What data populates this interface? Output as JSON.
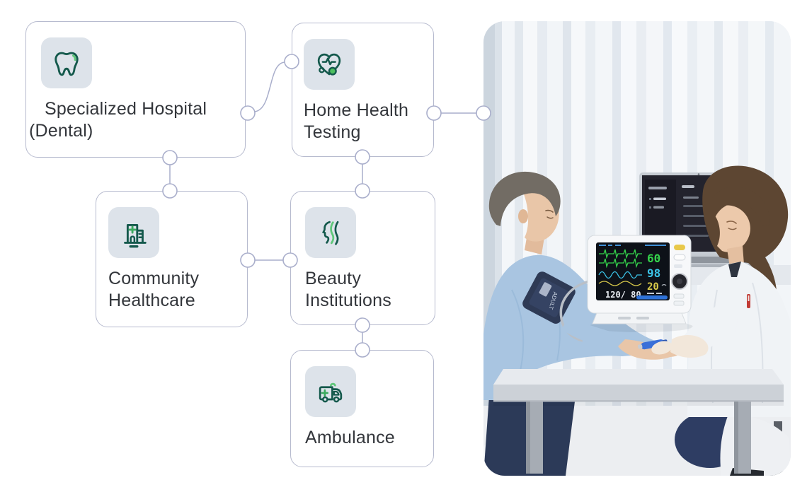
{
  "page": {
    "background": "#ffffff"
  },
  "diagram": {
    "style": {
      "card_border": "#b6bace",
      "connector_color": "#a9aecb",
      "icon_tile_bg": "#dde3ea",
      "icon_dark_green": "#14594c",
      "icon_mid_green": "#3cab5f",
      "icon_light_green": "#5ec779",
      "label_color": "#33363b"
    },
    "cards": [
      {
        "label": "Specialized Hospital (Dental)",
        "icon": "tooth-icon"
      },
      {
        "label": "Home Health Testing",
        "icon": "stethoscope-heart-icon"
      },
      {
        "label": "Community Healthcare",
        "icon": "hospital-building-icon"
      },
      {
        "label": "Beauty Institutions",
        "icon": "face-profile-icon"
      },
      {
        "label": "Ambulance",
        "icon": "ambulance-icon"
      }
    ]
  },
  "photo": {
    "description": "Clinician in white coat performs fingertip blood test on seated male patient wearing blood-pressure cuff; patient monitor on table, laptop dashboard and white curtains behind",
    "cuff_label": "ADULT",
    "monitor_readings": {
      "heart_rate": "60",
      "spo2": "98",
      "respiration": "20",
      "nibp": "120/ 80"
    },
    "monitor_colors": {
      "heart_rate": "#34d24b",
      "spo2": "#3bc4e8",
      "respiration": "#d8c94a",
      "nibp": "#e8ecf2"
    }
  }
}
